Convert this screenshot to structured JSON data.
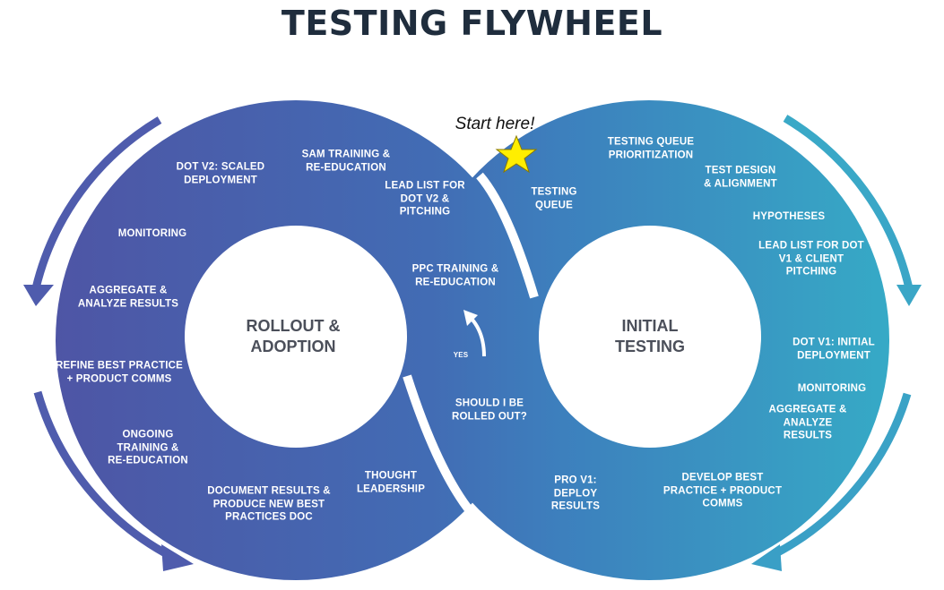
{
  "title": "TESTING FLYWHEEL",
  "start_label": "Start here!",
  "left_loop": {
    "hub_label": "ROLLOUT &\nADOPTION",
    "steps": [
      "DOT V2: SCALED\nDEPLOYMENT",
      "SAM TRAINING &\nRE-EDUCATION",
      "LEAD LIST FOR\nDOT V2 &\nPITCHING",
      "MONITORING",
      "AGGREGATE &\nANALYZE RESULTS",
      "PPC TRAINING &\nRE-EDUCATION",
      "REFINE BEST PRACTICE\n+ PRODUCT COMMS",
      "ONGOING\nTRAINING &\nRE-EDUCATION",
      "THOUGHT\nLEADERSHIP",
      "DOCUMENT RESULTS &\nPRODUCE NEW BEST\nPRACTICES DOC"
    ]
  },
  "right_loop": {
    "hub_label": "INITIAL\nTESTING",
    "steps": [
      "TESTING\nQUEUE",
      "TESTING QUEUE\nPRIORITIZATION",
      "TEST DESIGN\n& ALIGNMENT",
      "HYPOTHESES",
      "LEAD LIST FOR DOT\nV1 & CLIENT\nPITCHING",
      "DOT V1: INITIAL\nDEPLOYMENT",
      "MONITORING",
      "AGGREGATE &\nANALYZE\nRESULTS",
      "DEVELOP BEST\nPRACTICE + PRODUCT\nCOMMS",
      "PRO V1:\nDEPLOY\nRESULTS"
    ]
  },
  "decision": {
    "question": "SHOULD I BE\nROLLED OUT?",
    "yes_label": "YES"
  },
  "colors": {
    "title": "#1f2d3d",
    "left_fill": "#4a5aa8",
    "mid_fill": "#3f72b8",
    "right_fill": "#38a6c6",
    "left_arrows": "#4f5cad",
    "right_arrows": "#3aa3c6",
    "star": "#ffee00",
    "hub_text": "#4b4f5a"
  },
  "icons": [
    "star-icon",
    "yes-arrow-icon",
    "cycle-arrow-icon"
  ]
}
